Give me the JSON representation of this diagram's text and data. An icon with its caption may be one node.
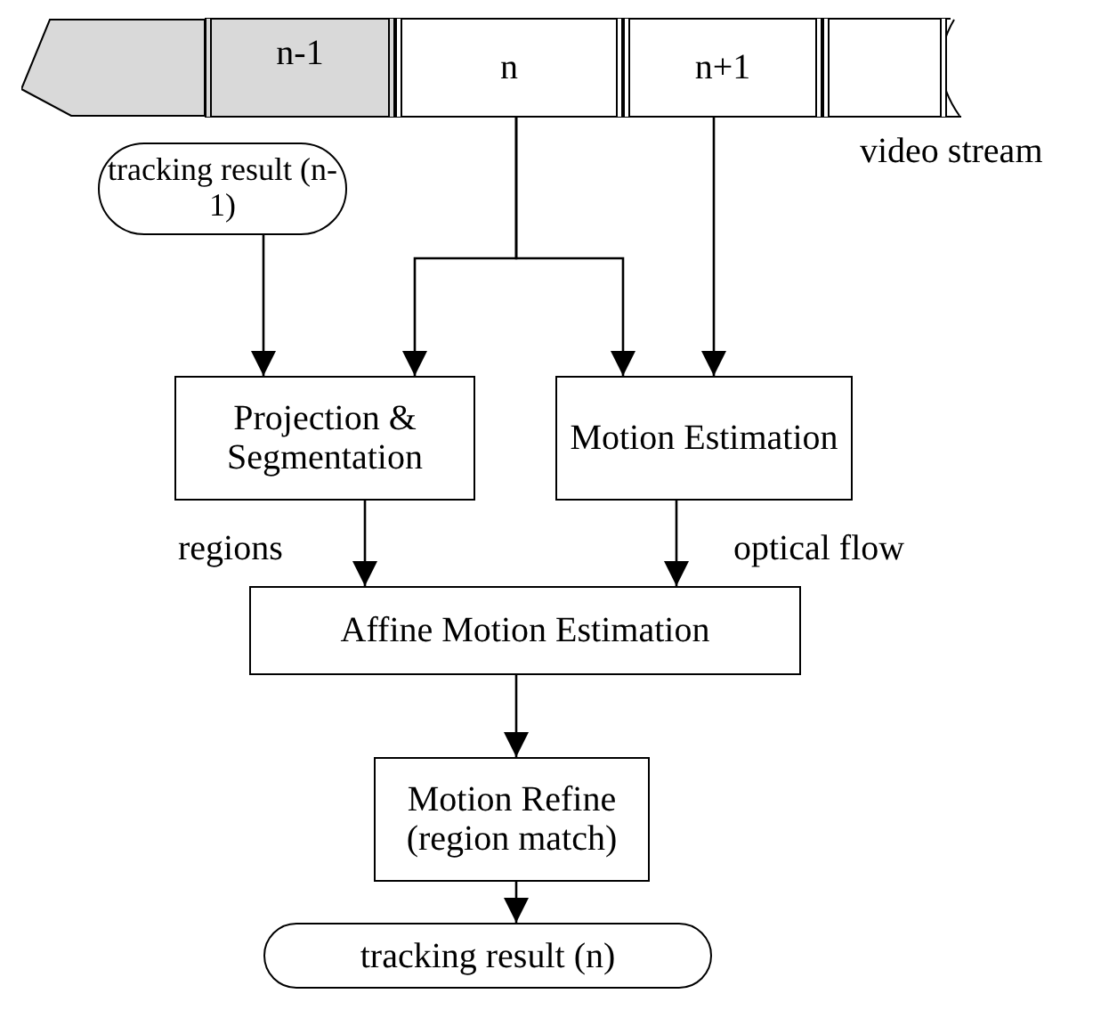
{
  "diagram": {
    "nodes": [
      {
        "text": [],
        "shape": "bar",
        "beside": [
          "video stream"
        ]
      },
      {
        "text": [
          "n-1"
        ],
        "in": 0
      },
      {
        "text": [
          "n"
        ],
        "in": 0
      },
      {
        "text": [
          "n+1"
        ],
        "in": 0
      },
      {
        "text": [],
        "shape": "box",
        "in": 0
      },
      {
        "text": [
          "tracking result (n-1)"
        ]
      },
      {
        "text": [
          "Projection & Segmentation"
        ]
      },
      {
        "text": [
          "Motion Estimation"
        ]
      },
      {
        "text": [
          "Affine Motion Estimation"
        ]
      },
      {
        "text": [
          "Motion Refine (region match)"
        ]
      },
      {
        "text": [
          "tracking result (n)"
        ]
      }
    ],
    "edges": [
      {
        "from": 2,
        "to": 6,
        "arrow": "to"
      },
      {
        "from": 2,
        "to": 7,
        "arrow": "to"
      },
      {
        "from": 3,
        "to": 7,
        "arrow": "to"
      },
      {
        "from": 5,
        "to": 6,
        "arrow": "to"
      },
      {
        "from": 6,
        "to": 8,
        "arrow": "to",
        "label": "regions"
      },
      {
        "from": 7,
        "to": 8,
        "arrow": "to",
        "label": "optical flow"
      },
      {
        "from": 8,
        "to": 9,
        "arrow": "to"
      },
      {
        "from": 9,
        "to": 10,
        "arrow": "to"
      }
    ]
  }
}
